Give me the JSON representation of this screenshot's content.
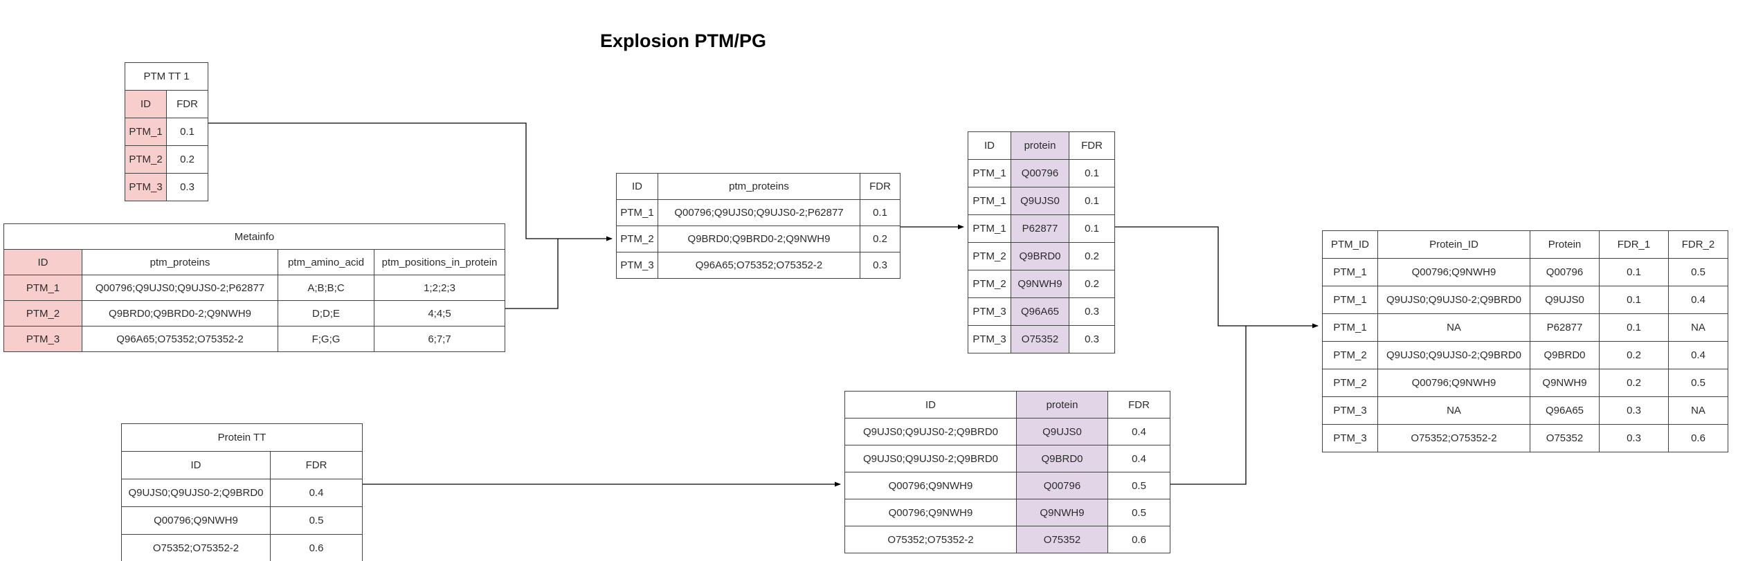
{
  "title": "Explosion PTM/PG",
  "colors": {
    "pink": "#f8cecc",
    "purple": "#e1d5e7",
    "line": "#000000",
    "border": "#424242"
  },
  "tables": {
    "ptm_tt_1": {
      "title": "PTM TT 1",
      "columns": [
        "ID",
        "FDR"
      ],
      "highlight": {
        "columns": [
          0
        ],
        "color": "pink"
      },
      "rows": [
        [
          "PTM_1",
          "0.1"
        ],
        [
          "PTM_2",
          "0.2"
        ],
        [
          "PTM_3",
          "0.3"
        ]
      ]
    },
    "metainfo": {
      "title": "Metainfo",
      "columns": [
        "ID",
        "ptm_proteins",
        "ptm_amino_acid",
        "ptm_positions_in_protein"
      ],
      "highlight": {
        "columns": [
          0
        ],
        "color": "pink"
      },
      "rows": [
        [
          "PTM_1",
          "Q00796;Q9UJS0;Q9UJS0-2;P62877",
          "A;B;B;C",
          "1;2;2;3"
        ],
        [
          "PTM_2",
          "Q9BRD0;Q9BRD0-2;Q9NWH9",
          "D;D;E",
          "4;4;5"
        ],
        [
          "PTM_3",
          "Q96A65;O75352;O75352-2",
          "F;G;G",
          "6;7;7"
        ]
      ]
    },
    "ptm_proteins_fdr": {
      "columns": [
        "ID",
        "ptm_proteins",
        "FDR"
      ],
      "rows": [
        [
          "PTM_1",
          "Q00796;Q9UJS0;Q9UJS0-2;P62877",
          "0.1"
        ],
        [
          "PTM_2",
          "Q9BRD0;Q9BRD0-2;Q9NWH9",
          "0.2"
        ],
        [
          "PTM_3",
          "Q96A65;O75352;O75352-2",
          "0.3"
        ]
      ]
    },
    "ptm_protein_exploded": {
      "columns": [
        "ID",
        "protein",
        "FDR"
      ],
      "highlight": {
        "columns": [
          1
        ],
        "color": "purple"
      },
      "rows": [
        [
          "PTM_1",
          "Q00796",
          "0.1"
        ],
        [
          "PTM_1",
          "Q9UJS0",
          "0.1"
        ],
        [
          "PTM_1",
          "P62877",
          "0.1"
        ],
        [
          "PTM_2",
          "Q9BRD0",
          "0.2"
        ],
        [
          "PTM_2",
          "Q9NWH9",
          "0.2"
        ],
        [
          "PTM_3",
          "Q96A65",
          "0.3"
        ],
        [
          "PTM_3",
          "O75352",
          "0.3"
        ]
      ]
    },
    "protein_tt": {
      "title": "Protein TT",
      "columns": [
        "ID",
        "FDR"
      ],
      "rows": [
        [
          "Q9UJS0;Q9UJS0-2;Q9BRD0",
          "0.4"
        ],
        [
          "Q00796;Q9NWH9",
          "0.5"
        ],
        [
          "O75352;O75352-2",
          "0.6"
        ]
      ]
    },
    "protein_exploded": {
      "columns": [
        "ID",
        "protein",
        "FDR"
      ],
      "highlight": {
        "columns": [
          1
        ],
        "color": "purple"
      },
      "rows": [
        [
          "Q9UJS0;Q9UJS0-2;Q9BRD0",
          "Q9UJS0",
          "0.4"
        ],
        [
          "Q9UJS0;Q9UJS0-2;Q9BRD0",
          "Q9BRD0",
          "0.4"
        ],
        [
          "Q00796;Q9NWH9",
          "Q00796",
          "0.5"
        ],
        [
          "Q00796;Q9NWH9",
          "Q9NWH9",
          "0.5"
        ],
        [
          "O75352;O75352-2",
          "O75352",
          "0.6"
        ]
      ]
    },
    "ptm_pg_merged": {
      "columns": [
        "PTM_ID",
        "Protein_ID",
        "Protein",
        "FDR_1",
        "FDR_2"
      ],
      "rows": [
        [
          "PTM_1",
          "Q00796;Q9NWH9",
          "Q00796",
          "0.1",
          "0.5"
        ],
        [
          "PTM_1",
          "Q9UJS0;Q9UJS0-2;Q9BRD0",
          "Q9UJS0",
          "0.1",
          "0.4"
        ],
        [
          "PTM_1",
          "NA",
          "P62877",
          "0.1",
          "NA"
        ],
        [
          "PTM_2",
          "Q9UJS0;Q9UJS0-2;Q9BRD0",
          "Q9BRD0",
          "0.2",
          "0.4"
        ],
        [
          "PTM_2",
          "Q00796;Q9NWH9",
          "Q9NWH9",
          "0.2",
          "0.5"
        ],
        [
          "PTM_3",
          "NA",
          "Q96A65",
          "0.3",
          "NA"
        ],
        [
          "PTM_3",
          "O75352;O75352-2",
          "O75352",
          "0.3",
          "0.6"
        ]
      ]
    }
  }
}
